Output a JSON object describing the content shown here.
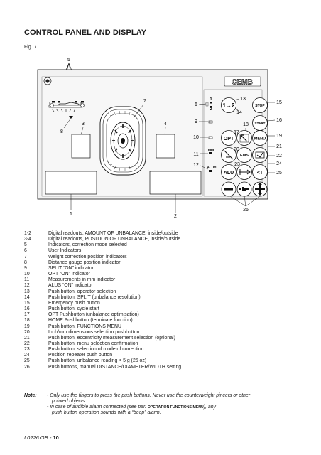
{
  "header": {
    "title": "CONTROL PANEL AND DISPLAY",
    "fig": "Fig. 7"
  },
  "brand": "CEMB",
  "callouts": [
    "5",
    "7",
    "8",
    "3",
    "4",
    "6",
    "9",
    "10",
    "11",
    "12",
    "13",
    "14",
    "15",
    "16",
    "17",
    "18",
    "19",
    "20",
    "21",
    "22",
    "23",
    "24",
    "25",
    "26",
    "1",
    "2"
  ],
  "buttons": {
    "b12": "1→2",
    "stop": "STOP",
    "start": "START",
    "opt": "OPT",
    "menu": "MENU",
    "ems": "EMS",
    "alu": "ALU",
    "t": "<T"
  },
  "indicators": {
    "ind1": "1",
    "ind2": "2",
    "mm": "mm",
    "alus": "ALUS"
  },
  "legend": [
    {
      "num": "1-2",
      "text": "Digital readouts, AMOUNT OF UNBALANCE, inside/outside"
    },
    {
      "num": "3-4",
      "text": "Digital readouts, POSITION  OF UNBALANCE, inside/outside"
    },
    {
      "num": "5",
      "text": "Indicators, correction mode selected"
    },
    {
      "num": "6",
      "text": "User Indicators"
    },
    {
      "num": "7",
      "text": "Weight correction position indicators"
    },
    {
      "num": "8",
      "text": "Distance gauge position indicator"
    },
    {
      "num": "9",
      "text": "SPLIT “ON” indicator"
    },
    {
      "num": "10",
      "text": "OPT “ON” indicator"
    },
    {
      "num": "11",
      "text": "Measurements in mm indicator"
    },
    {
      "num": "12",
      "text": "ALUS “ON” indicator"
    },
    {
      "num": "13",
      "text": "Push button, operator selection"
    },
    {
      "num": "14",
      "text": "Push button, SPLIT (unbalance resolution)"
    },
    {
      "num": "15",
      "text": "Emergency push button"
    },
    {
      "num": "16",
      "text": "Push button, cycle start"
    },
    {
      "num": "17",
      "text": "OPT Pushbutton (unbalance optimisation)"
    },
    {
      "num": "18",
      "text": "HOME Pushbutton (terminate function)"
    },
    {
      "num": "19",
      "text": "Push button, FUNCTIONS MENU"
    },
    {
      "num": "20",
      "text": "Inch/mm dimensions selection pushbutton"
    },
    {
      "num": "21",
      "text": "Push button, eccentricity measurement selection (optional)"
    },
    {
      "num": "22",
      "text": "Push button, menu selection confirmation"
    },
    {
      "num": "23",
      "text": "Push button, selection of mode of correction"
    },
    {
      "num": "24",
      "text": "Position repeater push button"
    },
    {
      "num": "25",
      "text": "Push button, unbalance reading < 5 g (25 oz)"
    },
    {
      "num": "26",
      "text": "Push buttons, manual DISTANCE/DIAMETER/WIDTH setting"
    }
  ],
  "note": {
    "label": "Note:",
    "line1a": "-  Only use the fingers to press the push buttons. Never use the counterweight pincers or other",
    "line1b": "pointed objects.",
    "line2a": "-  In case of audible alarm connected (see par. ",
    "line2ref": "OPERATION FUNCTIONS MENU",
    "line2c": "), any",
    "line2d": "push button operation sounds with a “beep” alarm."
  },
  "footer": {
    "code": "I 0226  GB - ",
    "page": "10"
  }
}
